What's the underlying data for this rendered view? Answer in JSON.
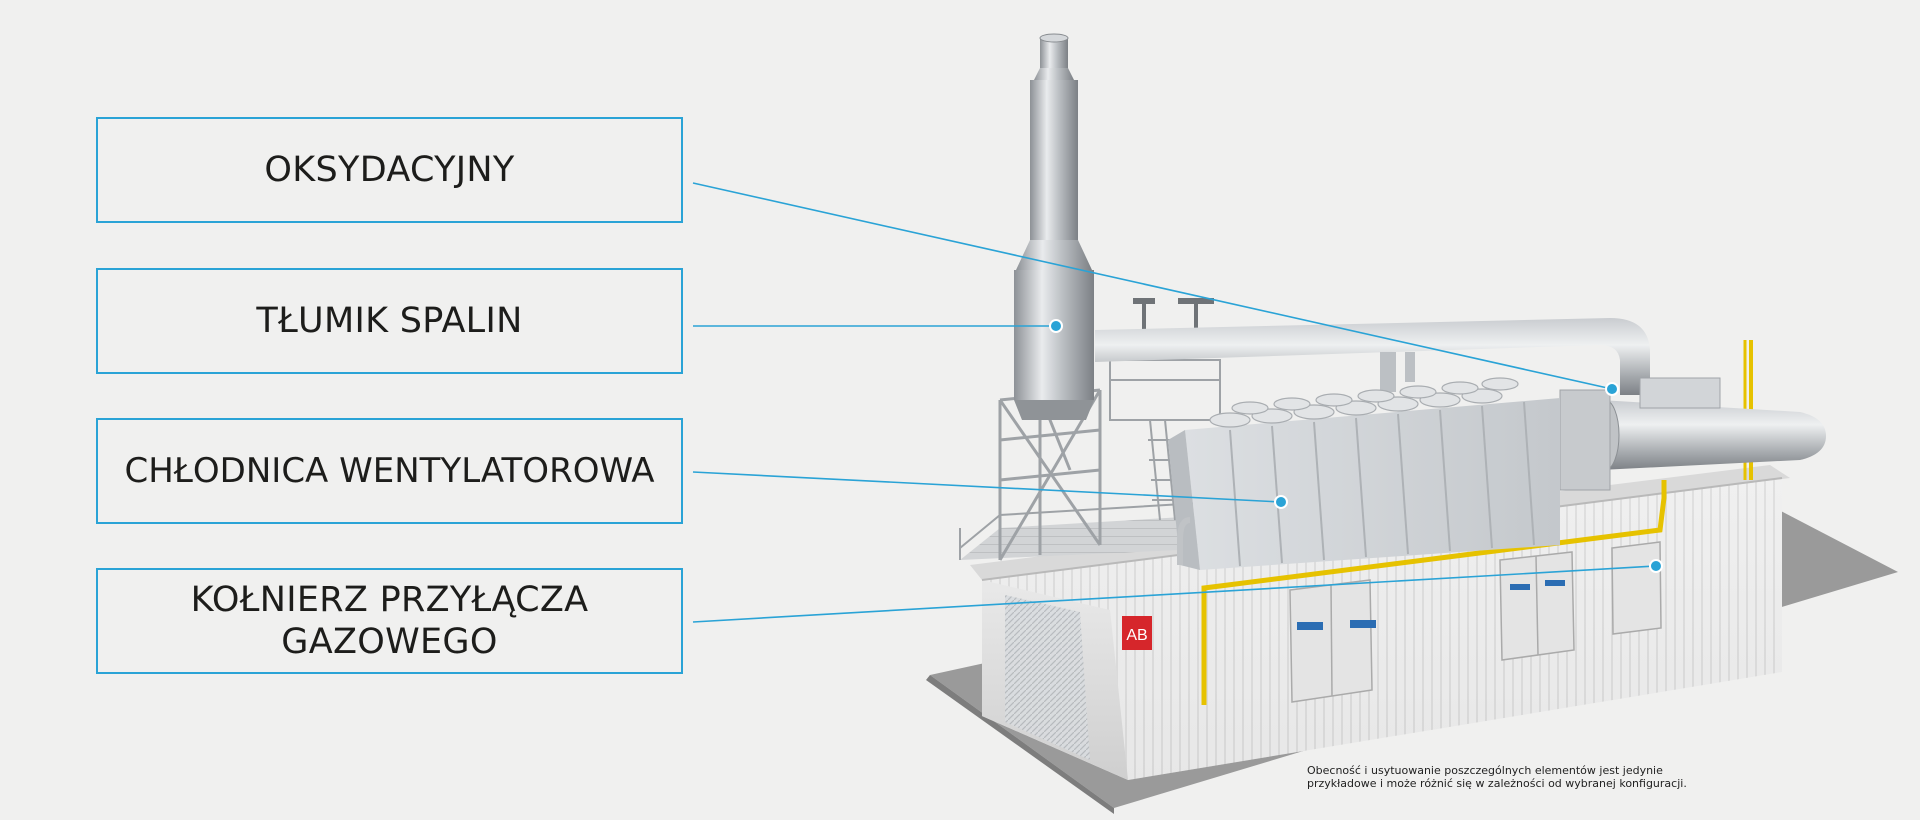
{
  "labels": [
    {
      "text": "OKSYDACYJNY"
    },
    {
      "text": "TŁUMIK SPALIN"
    },
    {
      "text": "CHŁODNICA WENTYLATOROWA"
    },
    {
      "line1": "KOŁNIERZ PRZYŁĄCZA",
      "line2": "GAZOWEGO"
    }
  ],
  "logo": {
    "text": "AB"
  },
  "footnote": {
    "line1": "Obecność i usytuowanie poszczególnych elementów jest jedynie",
    "line2": "przykładowe i może różnić się w zależności od wybranej konfiguracji."
  },
  "colors": {
    "accent": "#2aa3d6",
    "text": "#1d1d1b",
    "background": "#f0f0ef",
    "gas_pipe": "#e6c200",
    "logo_red": "#d6262b"
  },
  "icons": {
    "logo": "ab-logo-icon"
  }
}
